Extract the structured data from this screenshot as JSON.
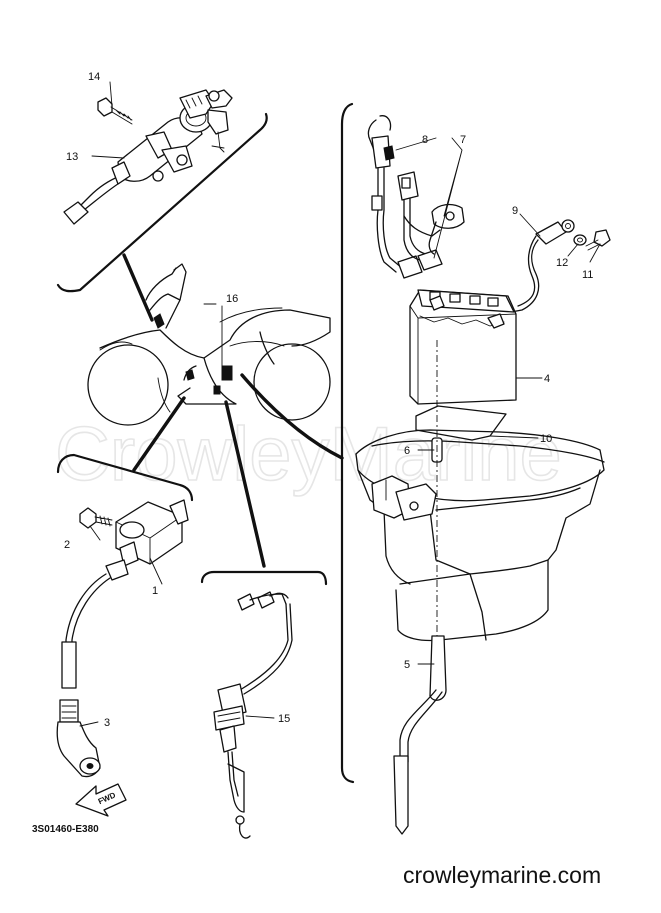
{
  "diagram_code": "3S01460-E380",
  "watermark": "CrowleyMarine",
  "site": "crowleymarine.com",
  "fwd_label": "FWD",
  "callouts": [
    {
      "id": "1",
      "label": "1"
    },
    {
      "id": "2",
      "label": "2"
    },
    {
      "id": "3",
      "label": "3"
    },
    {
      "id": "4",
      "label": "4"
    },
    {
      "id": "5",
      "label": "5"
    },
    {
      "id": "6",
      "label": "6"
    },
    {
      "id": "7",
      "label": "7"
    },
    {
      "id": "8",
      "label": "8"
    },
    {
      "id": "9",
      "label": "9"
    },
    {
      "id": "10",
      "label": "10"
    },
    {
      "id": "11",
      "label": "11"
    },
    {
      "id": "12",
      "label": "12"
    },
    {
      "id": "13",
      "label": "13"
    },
    {
      "id": "14",
      "label": "14"
    },
    {
      "id": "15",
      "label": "15"
    },
    {
      "id": "16",
      "label": "16"
    }
  ]
}
